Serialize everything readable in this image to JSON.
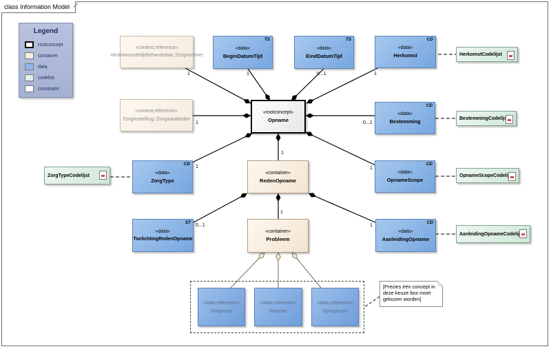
{
  "frame_title": "class Information Model",
  "legend": {
    "title": "Legend",
    "items": [
      {
        "label": "rootconcept",
        "color": "#ffffff",
        "border": "#000000"
      },
      {
        "label": "container",
        "color": "#f7ece0",
        "border": "#888888"
      },
      {
        "label": "data",
        "color": "#8fb6e8",
        "border": "#888888"
      },
      {
        "label": "codelist",
        "color": "#dff0e6",
        "border": "#888888"
      },
      {
        "label": "constraint",
        "color": "#ffffff",
        "border": "#888888"
      }
    ]
  },
  "nodes": {
    "verantwoordelijk": {
      "stereo": "«context,reference»",
      "name": "VerantwoordelijkBehandelaar::Zorgverlener"
    },
    "zorginstelling": {
      "stereo": "«context,reference»",
      "name": "ZorgInstelling::Zorgaanbieder"
    },
    "begin": {
      "stereo": "«data»",
      "name": "BeginDatumTijd",
      "tag": "TS"
    },
    "eind": {
      "stereo": "«data»",
      "name": "EindDatumTijd",
      "tag": "TS"
    },
    "herkomst": {
      "stereo": "«data»",
      "name": "Herkomst",
      "tag": "CD"
    },
    "opname": {
      "stereo": "«rootconcept»",
      "name": "Opname"
    },
    "bestemming": {
      "stereo": "«data»",
      "name": "Bestemming",
      "tag": "CD"
    },
    "zorgtype": {
      "stereo": "«data»",
      "name": "ZorgType",
      "tag": "CD"
    },
    "redenopname": {
      "stereo": "«container»",
      "name": "RedenOpname"
    },
    "opnamescope": {
      "stereo": "«data»",
      "name": "OpnameScope",
      "tag": "CD"
    },
    "toelichting": {
      "stereo": "«data»",
      "name": "ToelichtingRedenOpname",
      "tag": "ST"
    },
    "probleem": {
      "stereo": "«container»",
      "name": "Probleem"
    },
    "aanleiding": {
      "stereo": "«data»",
      "name": "AanleidingOpname",
      "tag": "CD"
    },
    "diagnose": {
      "stereo": "«data,reference»",
      "name": "Diagnose"
    },
    "reactie": {
      "stereo": "«data,reference»",
      "name": "Reactie"
    },
    "symptoom": {
      "stereo": "«data,reference»",
      "name": "Symptoom"
    }
  },
  "codelists": {
    "herkomst": "HerkomstCodelijst",
    "bestemming": "BestemmingCodelijst",
    "zorgtype": "ZorgTypeCodelijst",
    "opnamescope": "OpnameScopeCodelijst",
    "aanleiding": "AanleidingOpnameCodelijst"
  },
  "multiplicities": {
    "verantwoordelijk": "1",
    "begin": "1",
    "eind": "0...1",
    "herkomst": "1",
    "zorginstelling": "1",
    "bestemming": "0...1",
    "zorgtype": "1",
    "redenopname": "1",
    "opnamescope": "1",
    "toelichting": "0...1",
    "probleem": "1",
    "aanleiding": "1"
  },
  "note": "[Precies één concept in deze keuze box moet gekozen worden]"
}
